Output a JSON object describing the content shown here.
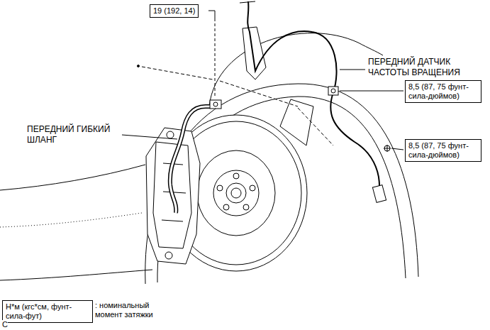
{
  "diagram": {
    "nodes": [
      {
        "text": [
          "19 (192, 14)"
        ]
      },
      {
        "text": [
          "8,5 (87, 75 фунт-сила-дюймов)"
        ]
      },
      {
        "text": [
          "8,5 (87, 75 фунт-сила-дюймов)"
        ]
      },
      {
        "text": [
          "Н*м (кгс*см, фунт-сила-фут)"
        ]
      }
    ],
    "labels": [
      "ПЕРЕДНИЙ ДАТЧИК ЧАСТОТЫ ВРАЩЕНИЯ",
      "ПЕРЕДНИЙ ГИБКИЙ ШЛАНГ",
      ": номинальный момент затяжки",
      "C"
    ]
  }
}
